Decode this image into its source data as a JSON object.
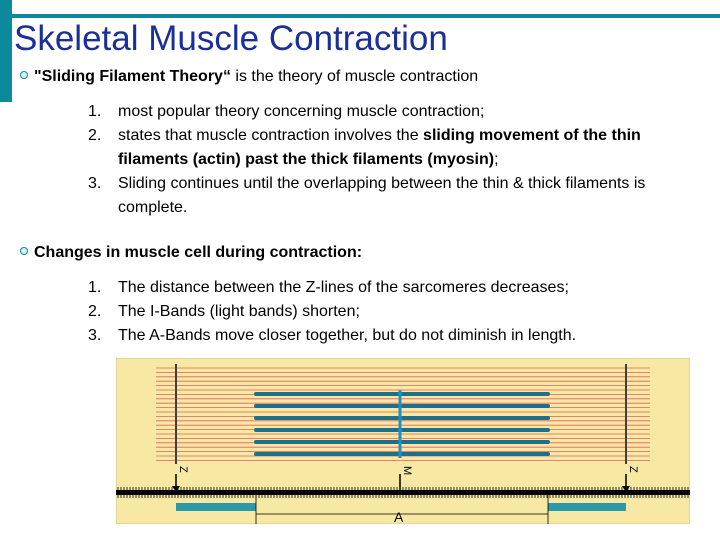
{
  "title": "Skeletal Muscle Contraction",
  "bullet1": {
    "bold": "\"Sliding Filament Theory“",
    "text": " is the theory of muscle contraction",
    "items": [
      {
        "num": "1.",
        "text": "most popular theory concerning muscle contraction;"
      },
      {
        "num": "2.",
        "pre": "states that muscle contraction involves the ",
        "bold": "sliding movement of the thin filaments (actin) past the thick filaments (myosin)",
        "post": ";"
      },
      {
        "num": "3.",
        "text": "Sliding continues until the overlapping between the thin & thick filaments is complete."
      }
    ]
  },
  "bullet2": {
    "bold": "Changes in muscle cell during contraction:",
    "items": [
      {
        "num": "1.",
        "text": "The distance between the Z-lines of the sarcomeres decreases;"
      },
      {
        "num": "2.",
        "text": "The I-Bands (light bands) shorten;"
      },
      {
        "num": "3.",
        "text": "The A-Bands move closer together, but do not diminish in length."
      }
    ]
  },
  "diagram": {
    "labels": {
      "z_left": "Z",
      "m_line": "M",
      "z_right": "Z",
      "a_band": "A"
    },
    "colors": {
      "background": "#f7e8a4",
      "thin": "#e06060",
      "thick": "#1e6f8a",
      "z_line": "#404040",
      "m_line": "#1e8fc0",
      "band": "#2a9aa8"
    }
  }
}
